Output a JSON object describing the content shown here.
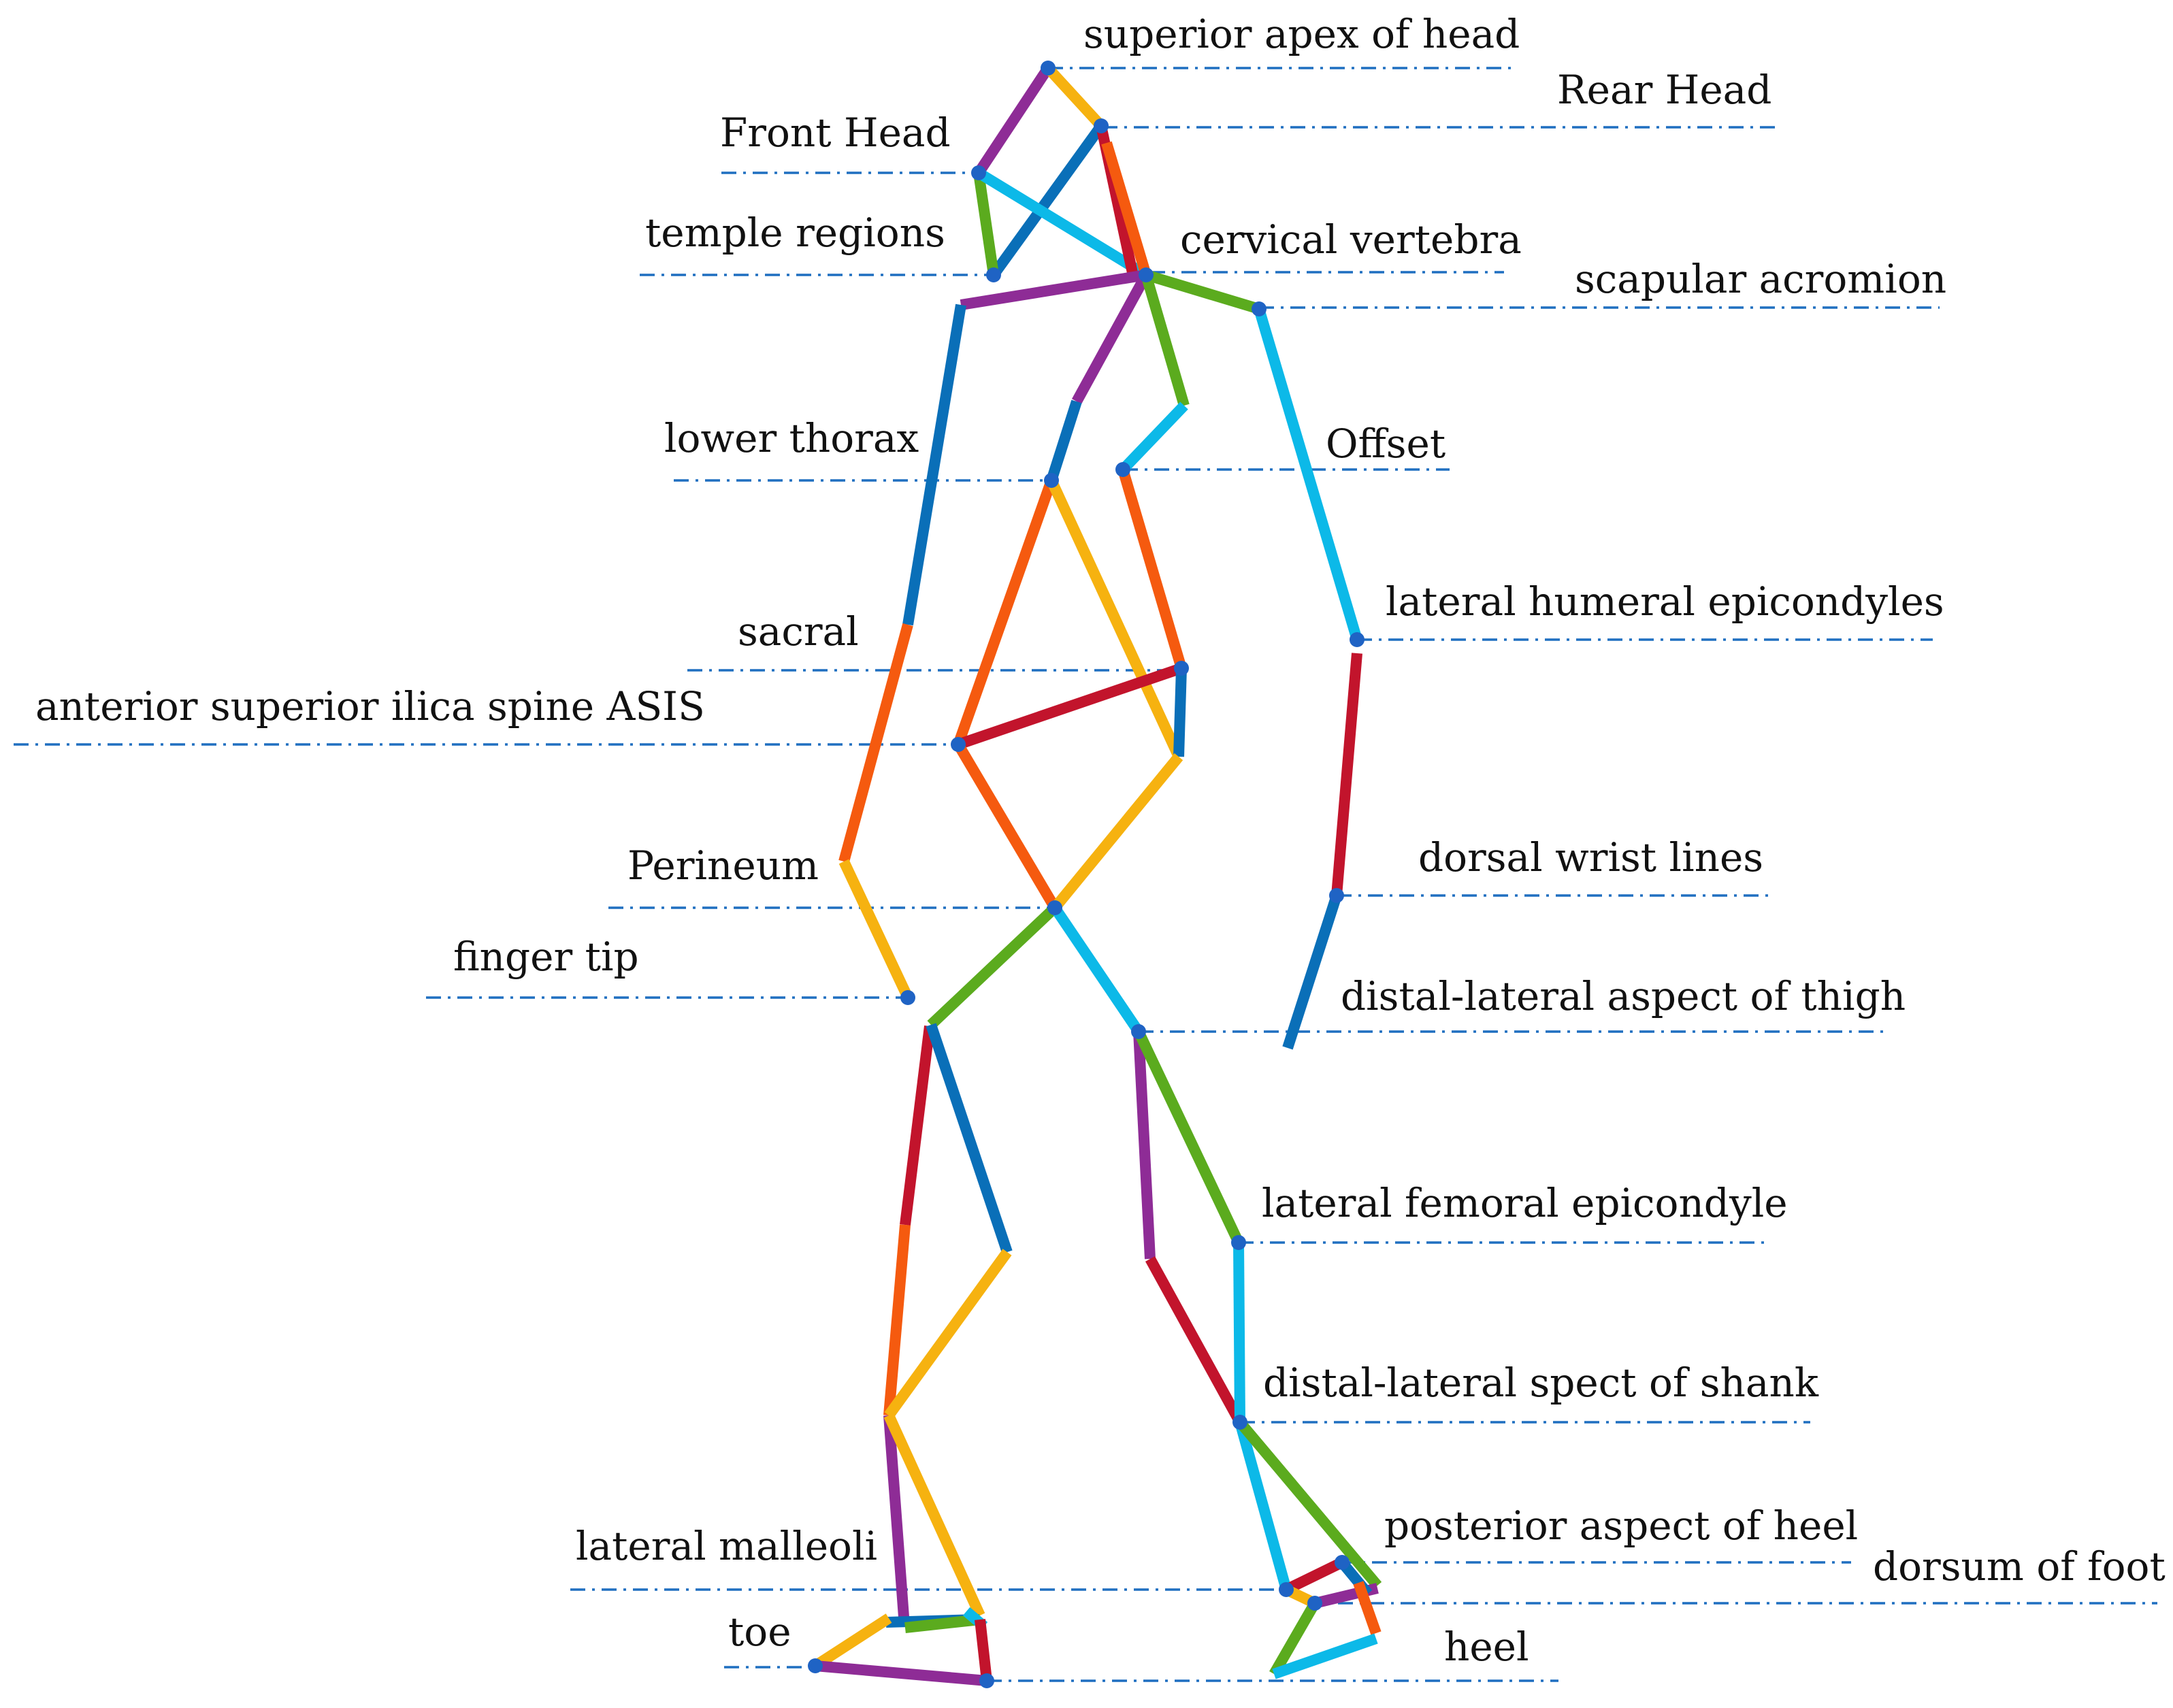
{
  "colors": {
    "purple": "#8e2c96",
    "orange": "#f6b210",
    "blue": "#0a6fb8",
    "cyan": "#0cb9e8",
    "green": "#5bab1e",
    "red": "#c2142c",
    "redorange": "#f55a0f",
    "joint": "#1f63c4",
    "guide": "#1f6fc0"
  },
  "labels": [
    {
      "id": "superior-apex-of-head",
      "text": "superior apex of head"
    },
    {
      "id": "rear-head",
      "text": "Rear Head"
    },
    {
      "id": "front-head",
      "text": "Front Head"
    },
    {
      "id": "temple-regions",
      "text": "temple regions"
    },
    {
      "id": "cervical-vertebra",
      "text": "cervical vertebra"
    },
    {
      "id": "scapular-acromion",
      "text": "scapular acromion"
    },
    {
      "id": "lower-thorax",
      "text": "lower thorax"
    },
    {
      "id": "offset",
      "text": "Offset"
    },
    {
      "id": "lateral-humeral-epicondyles",
      "text": "lateral humeral epicondyles"
    },
    {
      "id": "sacral",
      "text": "sacral"
    },
    {
      "id": "asis",
      "text": "anterior superior ilica spine ASIS"
    },
    {
      "id": "perineum",
      "text": "Perineum"
    },
    {
      "id": "dorsal-wrist-lines",
      "text": "dorsal wrist lines"
    },
    {
      "id": "finger-tip",
      "text": "finger tip"
    },
    {
      "id": "distal-lateral-thigh",
      "text": "distal-lateral aspect of thigh"
    },
    {
      "id": "lateral-femoral-epicondyle",
      "text": "lateral femoral epicondyle"
    },
    {
      "id": "distal-lateral-shank",
      "text": "distal-lateral spect of shank"
    },
    {
      "id": "posterior-heel",
      "text": "posterior aspect of heel"
    },
    {
      "id": "dorsum-of-foot",
      "text": "dorsum of foot"
    },
    {
      "id": "lateral-malleoli",
      "text": "lateral malleoli"
    },
    {
      "id": "toe",
      "text": "toe"
    },
    {
      "id": "heel",
      "text": "heel"
    }
  ]
}
